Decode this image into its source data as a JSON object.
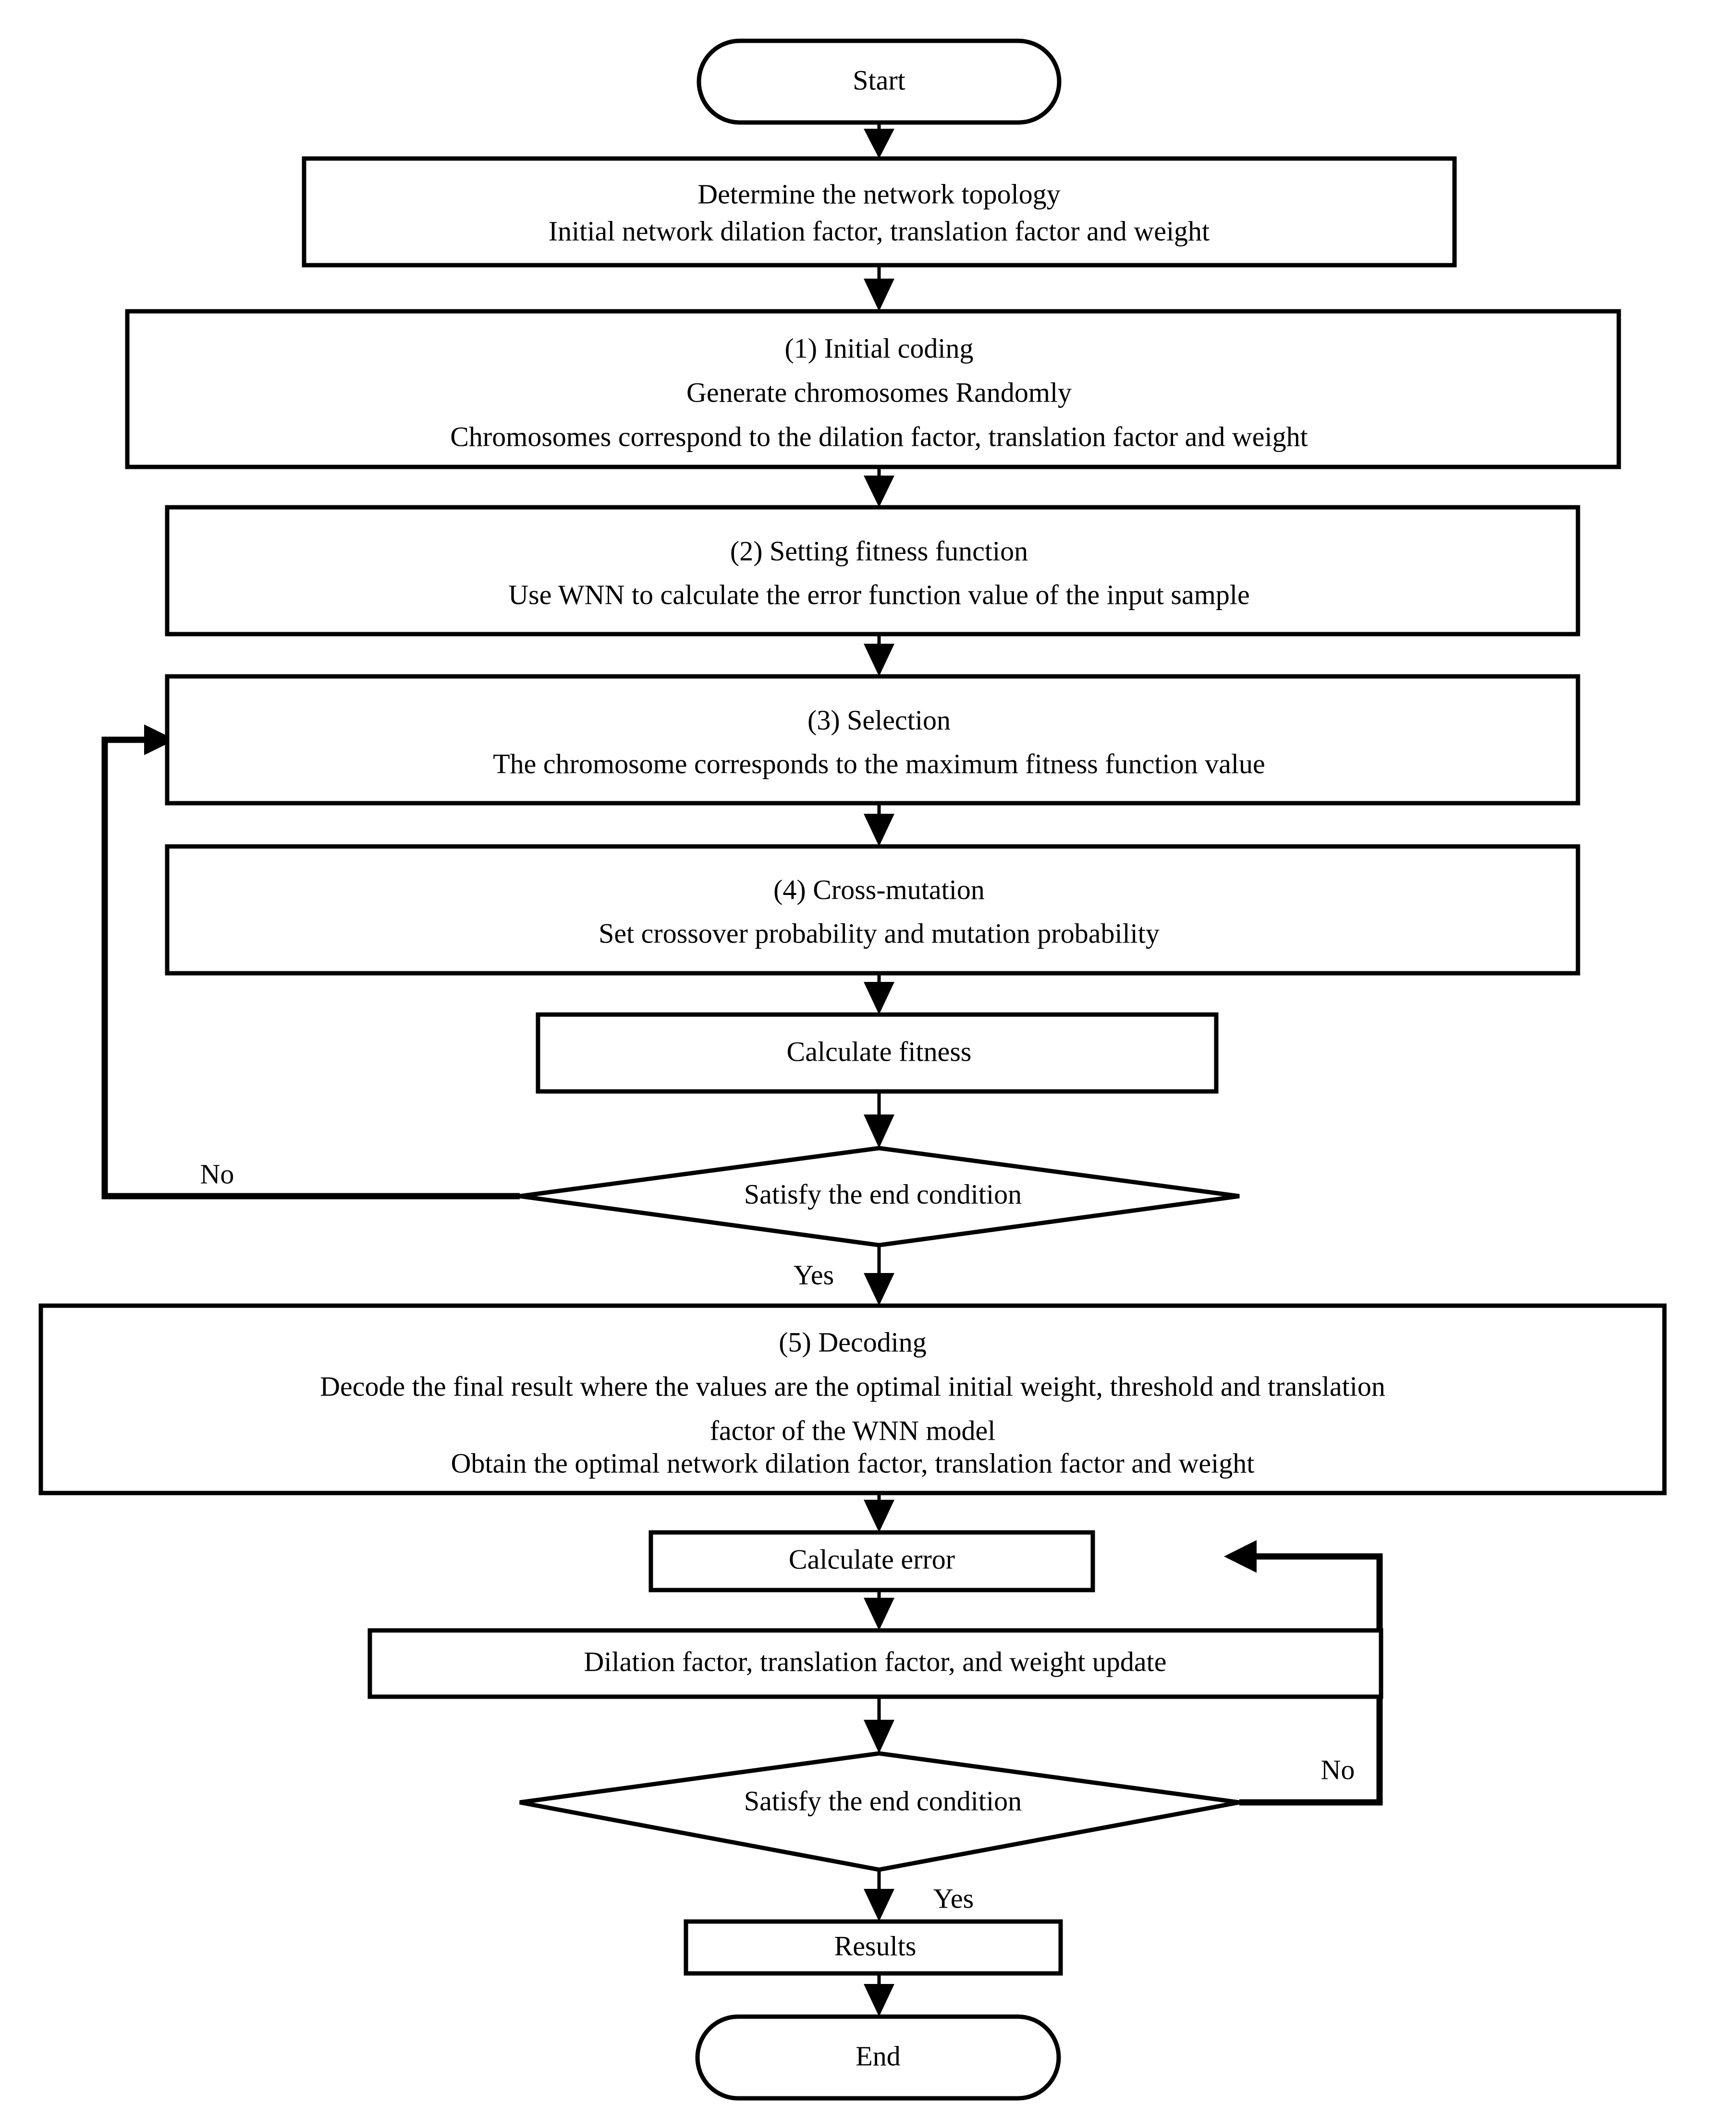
{
  "diagram": {
    "type": "flowchart",
    "orientation": "top-to-bottom",
    "title": "",
    "background_color": "#ffffff",
    "line_color": "#000000",
    "text_color": "#000000"
  },
  "nodes": {
    "start": {
      "shape": "stadium",
      "lines": [
        "Start"
      ],
      "line1": "Start"
    },
    "topology": {
      "shape": "rectangle",
      "line1": "Determine the network topology",
      "line2": "Initial network dilation factor, translation factor and weight"
    },
    "initial_coding": {
      "shape": "rectangle",
      "line1": "(1) Initial coding",
      "line2": "Generate chromosomes Randomly",
      "line3": "Chromosomes correspond to the  dilation factor, translation factor and weight"
    },
    "fitness_function": {
      "shape": "rectangle",
      "line1": "(2) Setting fitness function",
      "line2": "Use WNN to calculate the error function value of the input sample"
    },
    "selection": {
      "shape": "rectangle",
      "line1": "(3) Selection",
      "line2": "The chromosome corresponds to the maximum fitness function value"
    },
    "cross_mutation": {
      "shape": "rectangle",
      "line1": "(4) Cross-mutation",
      "line2": "Set crossover probability  and mutation probability"
    },
    "calculate_fitness": {
      "shape": "rectangle",
      "line1": "Calculate fitness"
    },
    "decision_ga": {
      "shape": "diamond",
      "line1": "Satisfy the end condition"
    },
    "decoding": {
      "shape": "rectangle",
      "line1": "(5) Decoding",
      "line2": "Decode the final result where the values are the optimal initial weight, threshold and translation",
      "line3": "factor of the WNN model",
      "line4": "Obtain the optimal network dilation factor, translation factor and weight"
    },
    "calculate_error": {
      "shape": "rectangle",
      "line1": "Calculate error"
    },
    "update_params": {
      "shape": "rectangle",
      "line1": "Dilation factor,  translation factor, and weight update"
    },
    "decision_wnn": {
      "shape": "diamond",
      "line1": "Satisfy the end condition"
    },
    "results": {
      "shape": "rectangle",
      "line1": "Results"
    },
    "end": {
      "shape": "stadium",
      "line1": "End"
    }
  },
  "edge_labels": {
    "ga_no": "No",
    "ga_yes": "Yes",
    "wnn_no": "No",
    "wnn_yes": "Yes"
  }
}
